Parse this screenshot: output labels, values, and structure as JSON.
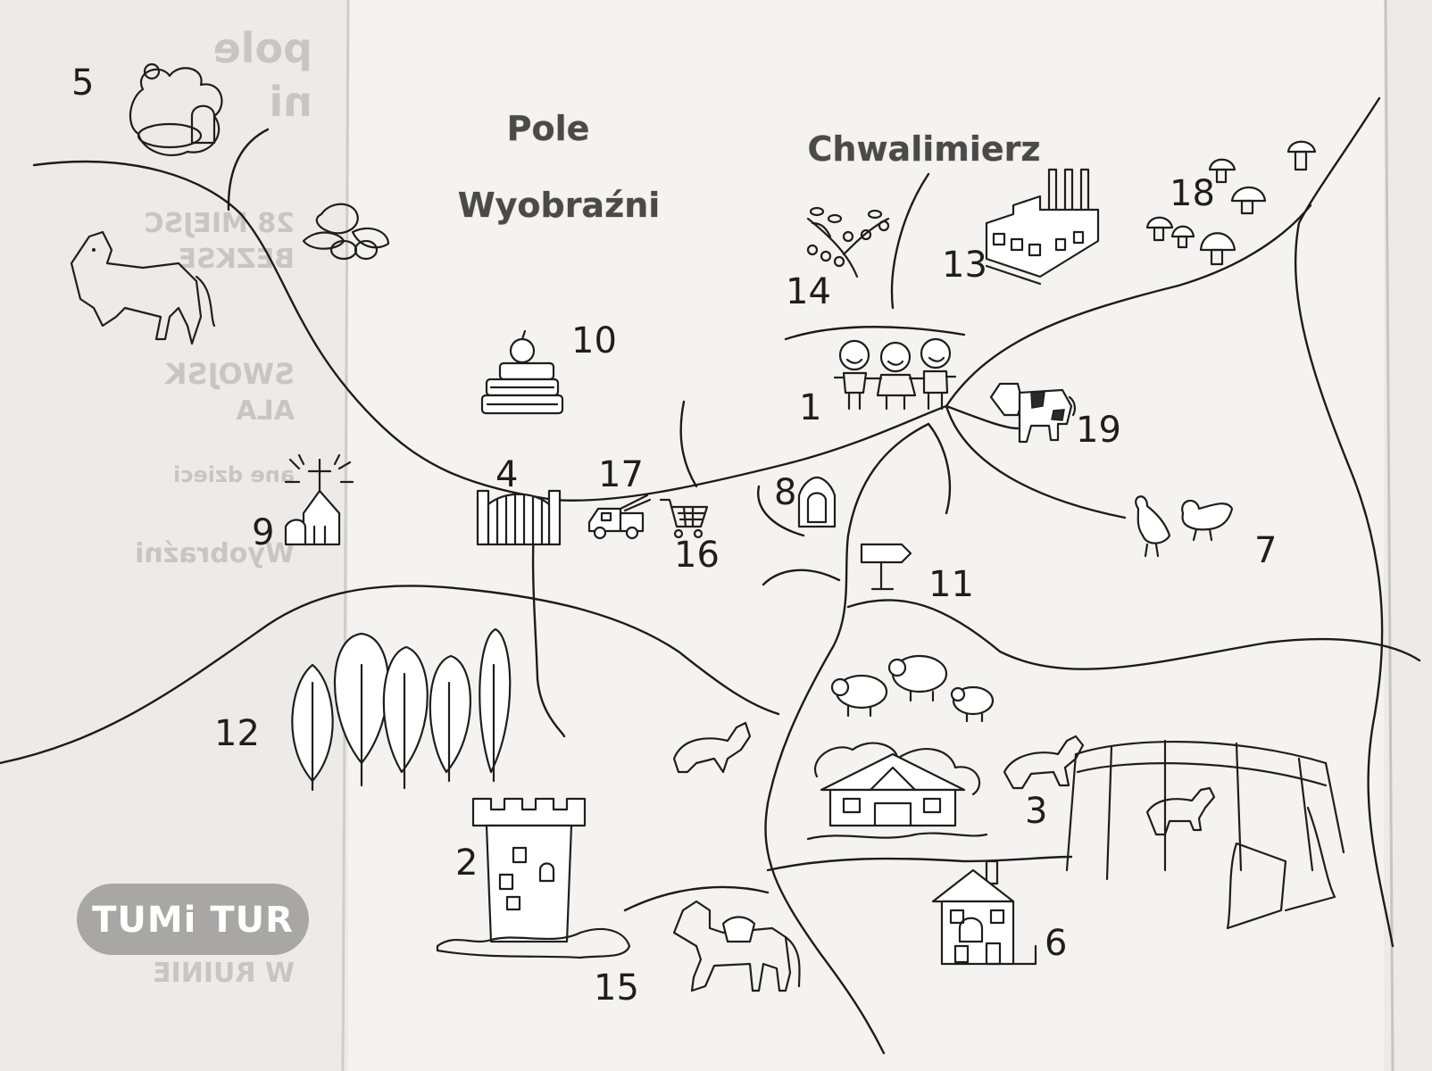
{
  "titles": {
    "place_1": "Pole Wyobraźni",
    "place_1_line1": "Pole",
    "place_1_line2": "Wyobraźni",
    "place_2": "Chwalimierz"
  },
  "brand": "TUMi TUR",
  "markers": [
    {
      "label": "5",
      "icon": "ghost-swirl-icon"
    },
    {
      "label": "10",
      "icon": "books-apple-icon"
    },
    {
      "label": "14",
      "icon": "berry-branch-icon"
    },
    {
      "label": "13",
      "icon": "factory-icon"
    },
    {
      "label": "18",
      "icon": "mushrooms-icon"
    },
    {
      "label": "1",
      "icon": "children-icon"
    },
    {
      "label": "19",
      "icon": "cow-icon"
    },
    {
      "label": "9",
      "icon": "church-icon"
    },
    {
      "label": "4",
      "icon": "gate-icon"
    },
    {
      "label": "17",
      "icon": "fire-truck-icon"
    },
    {
      "label": "16",
      "icon": "shopping-cart-icon"
    },
    {
      "label": "8",
      "icon": "chapel-icon"
    },
    {
      "label": "11",
      "icon": "signpost-icon"
    },
    {
      "label": "7",
      "icon": "hens-icon"
    },
    {
      "label": "12",
      "icon": "forest-icon"
    },
    {
      "label": "2",
      "icon": "tower-icon"
    },
    {
      "label": "3",
      "icon": "farmhouse-icon"
    },
    {
      "label": "6",
      "icon": "house-icon"
    },
    {
      "label": "15",
      "icon": "saddled-horse-icon"
    }
  ],
  "decorations": [
    "horse-icon",
    "chestnuts-icon",
    "sheep-icon",
    "paddock-icon"
  ]
}
